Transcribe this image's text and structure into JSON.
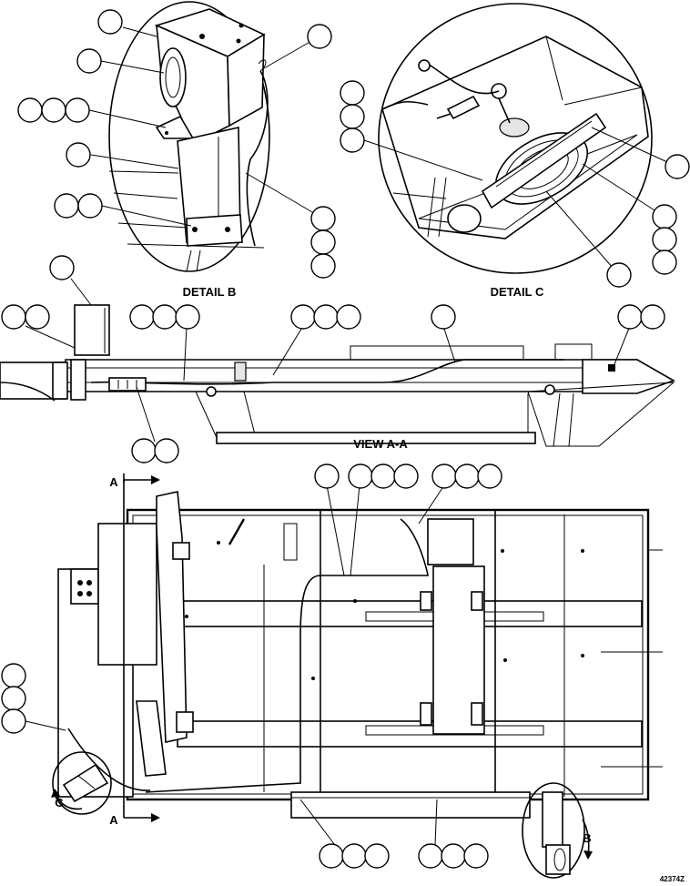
{
  "labels": {
    "detail_b": "DETAIL B",
    "detail_c": "DETAIL C",
    "view_aa": "VIEW A-A",
    "section_a_top": "A",
    "section_a_bottom": "A",
    "detail_b_marker": "B",
    "detail_c_marker": "C",
    "drawing_number": "42374Z"
  },
  "colors": {
    "line": "#000000",
    "background": "#ffffff",
    "callout_fill": "#ffffff"
  }
}
